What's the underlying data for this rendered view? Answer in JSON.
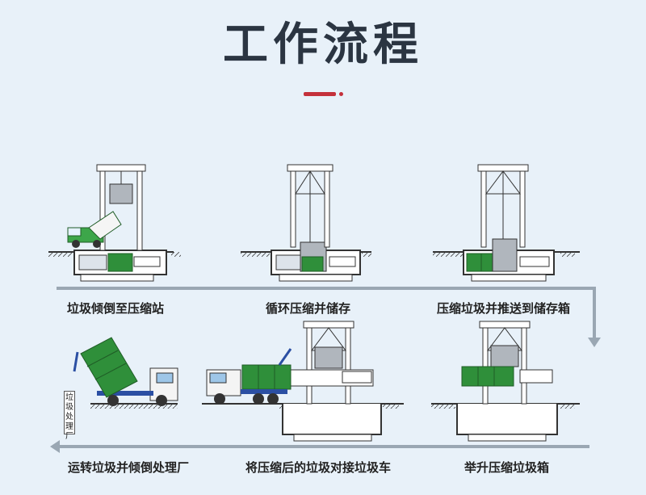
{
  "title": "工作流程",
  "steps": [
    {
      "label": "垃圾倾倒至压缩站"
    },
    {
      "label": "循环压缩并储存"
    },
    {
      "label": "压缩垃圾并推送到储存箱"
    },
    {
      "label": "举升压缩垃圾箱"
    },
    {
      "label": "将压缩后的垃圾对接垃圾车"
    },
    {
      "label": "运转垃圾并倾倒处理厂"
    }
  ],
  "sign_text": "垃圾处理厂",
  "colors": {
    "accent": "#c4313b",
    "arrow": "#9aa7b3",
    "container_green": "#2f8f3a",
    "frame": "#333333",
    "truck_blue": "#2b4fa3"
  }
}
